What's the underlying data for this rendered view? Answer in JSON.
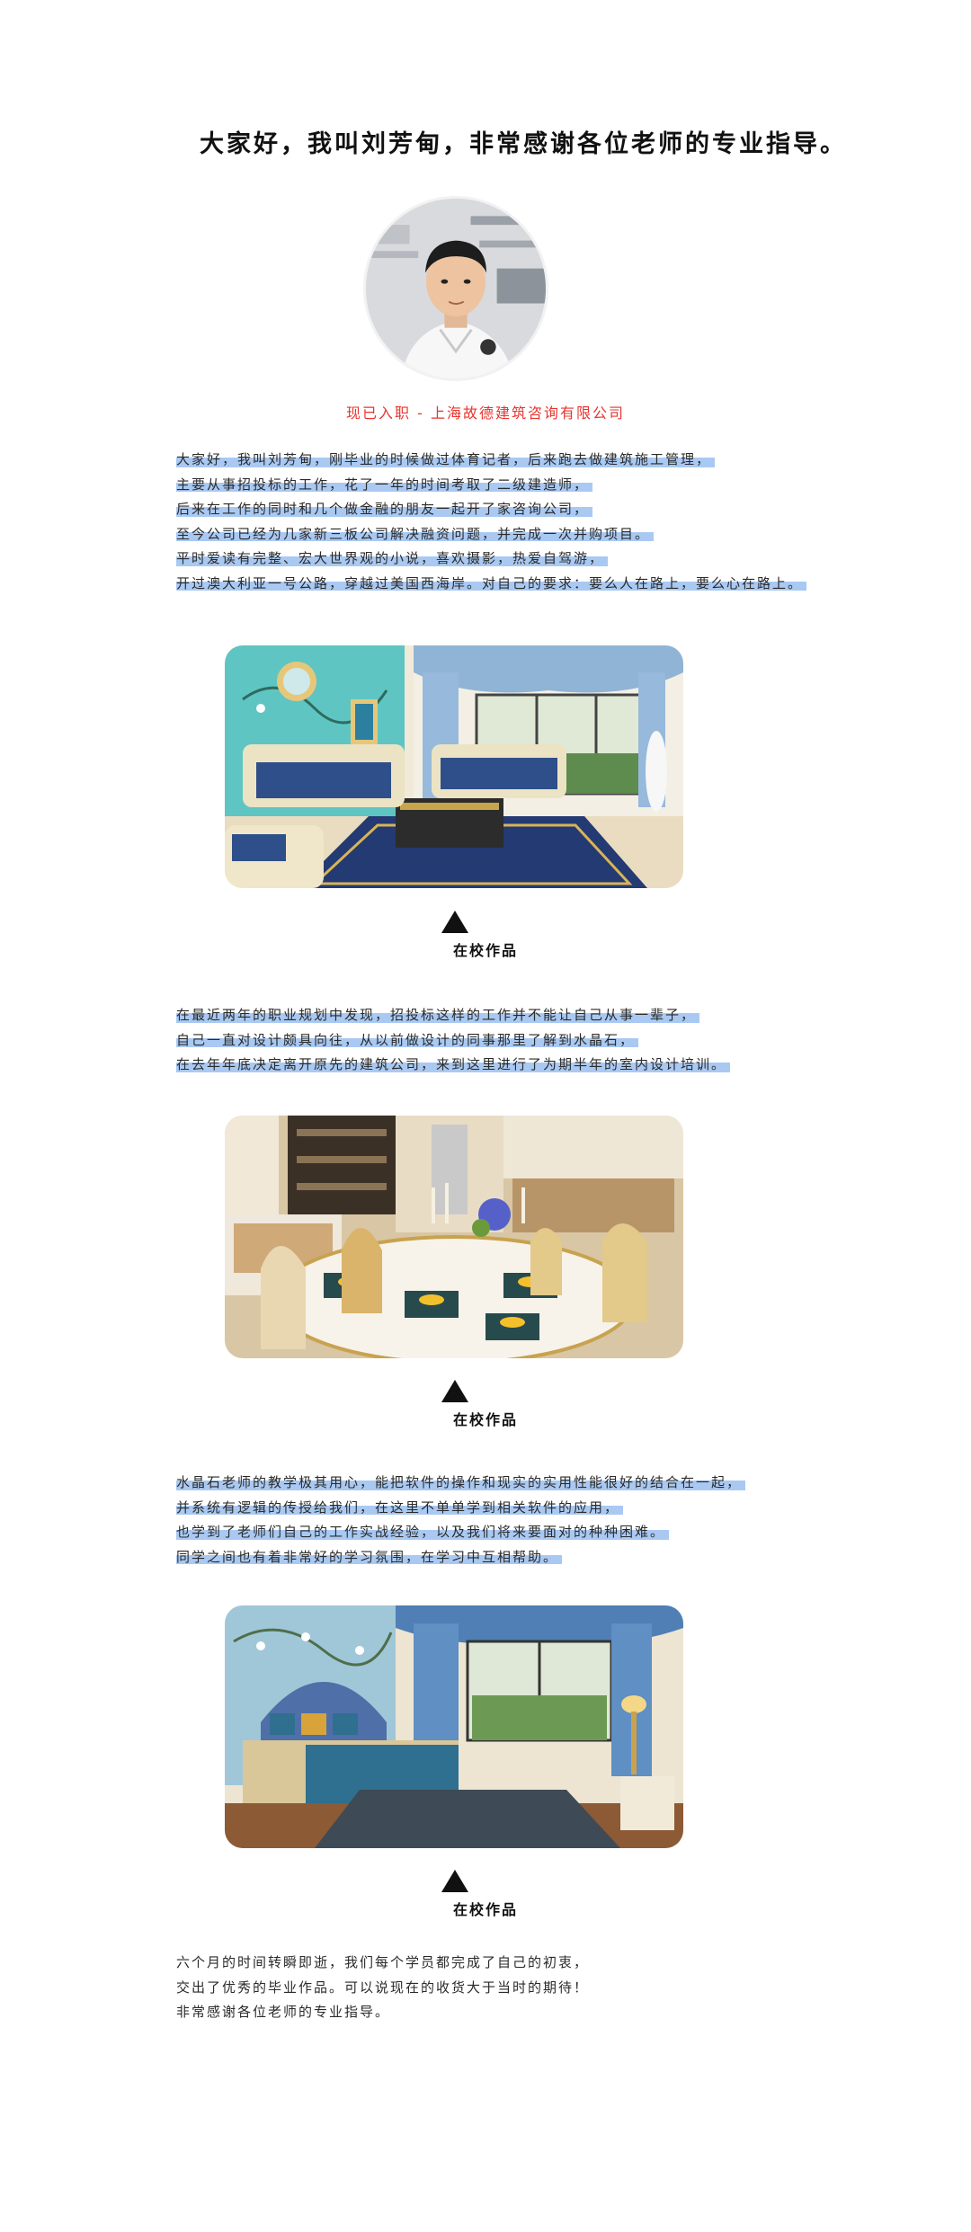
{
  "heading": "大家好，我叫刘芳甸，非常感谢各位老师的专业指导。",
  "employment": "现已入职 - 上海故德建筑咨询有限公司",
  "intro_lines": [
    "大家好，我叫刘芳甸，刚毕业的时候做过体育记者，后来跑去做建筑施工管理，",
    "主要从事招投标的工作，花了一年的时间考取了二级建造师，",
    "后来在工作的同时和几个做金融的朋友一起开了家咨询公司，",
    "至今公司已经为几家新三板公司解决融资问题，并完成一次并购项目。",
    "平时爱读有完整、宏大世界观的小说，喜欢摄影，热爱自驾游，",
    "开过澳大利亚一号公路，穿越过美国西海岸。对自己的要求：要么人在路上，要么心在路上。"
  ],
  "career_lines": [
    "在最近两年的职业规划中发现，招投标这样的工作并不能让自己从事一辈子，",
    "自己一直对设计颇具向往，从以前做设计的同事那里了解到水晶石，",
    "在去年年底决定离开原先的建筑公司，来到这里进行了为期半年的室内设计培训。"
  ],
  "teacher_lines": [
    "水晶石老师的教学极其用心，能把软件的操作和现实的实用性能很好的结合在一起，",
    "并系统有逻辑的传授给我们，在这里不单单学到相关软件的应用，",
    "也学到了老师们自己的工作实战经验，以及我们将来要面对的种种困难。",
    "同学之间也有着非常好的学习氛围，在学习中互相帮助。"
  ],
  "closing_lines": [
    "六个月的时间转瞬即逝，我们每个学员都完成了自己的初衷，",
    "交出了优秀的毕业作品。可以说现在的收货大于当时的期待！",
    "非常感谢各位老师的专业指导。"
  ],
  "captions": [
    "在校作品",
    "在校作品",
    "在校作品"
  ],
  "colors": {
    "highlight": "#a9c9f3",
    "accent_red": "#e8342e"
  }
}
